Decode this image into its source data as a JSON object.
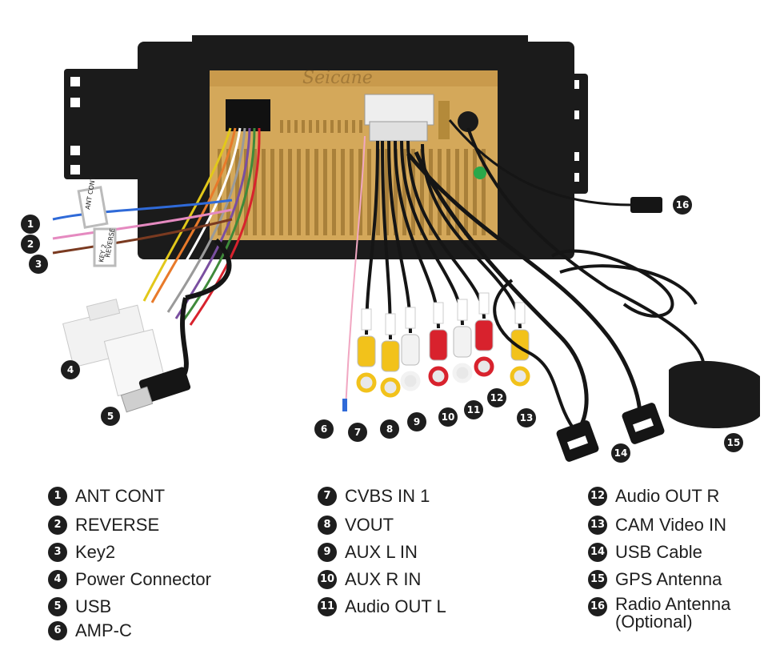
{
  "brand": "Seicane",
  "tags": {
    "ant_cont": "ANT CONT",
    "reverse": "REVERSE",
    "key2": "KEY 2"
  },
  "legend": [
    {
      "num": "1",
      "label": "ANT CONT"
    },
    {
      "num": "2",
      "label": "REVERSE"
    },
    {
      "num": "3",
      "label": "Key2"
    },
    {
      "num": "4",
      "label": "Power Connector"
    },
    {
      "num": "5",
      "label": "USB"
    },
    {
      "num": "6",
      "label": "AMP-C"
    },
    {
      "num": "7",
      "label": "CVBS IN 1"
    },
    {
      "num": "8",
      "label": "VOUT"
    },
    {
      "num": "9",
      "label": "AUX L IN"
    },
    {
      "num": "10",
      "label": "AUX R IN"
    },
    {
      "num": "11",
      "label": "Audio OUT L"
    },
    {
      "num": "12",
      "label": "Audio OUT R"
    },
    {
      "num": "13",
      "label": "CAM Video IN"
    },
    {
      "num": "14",
      "label": "USB Cable"
    },
    {
      "num": "15",
      "label": "GPS Antenna"
    },
    {
      "num": "16",
      "label": "Radio Antenna (Optional)"
    }
  ],
  "colors": {
    "housing": "#1b1b1b",
    "heatsink": "#d4a85a",
    "rca_yellow": "#f2c21b",
    "rca_red": "#d8222d",
    "rca_white": "#f2f2f2",
    "cable": "#151515",
    "badge": "#1e1e1e"
  }
}
